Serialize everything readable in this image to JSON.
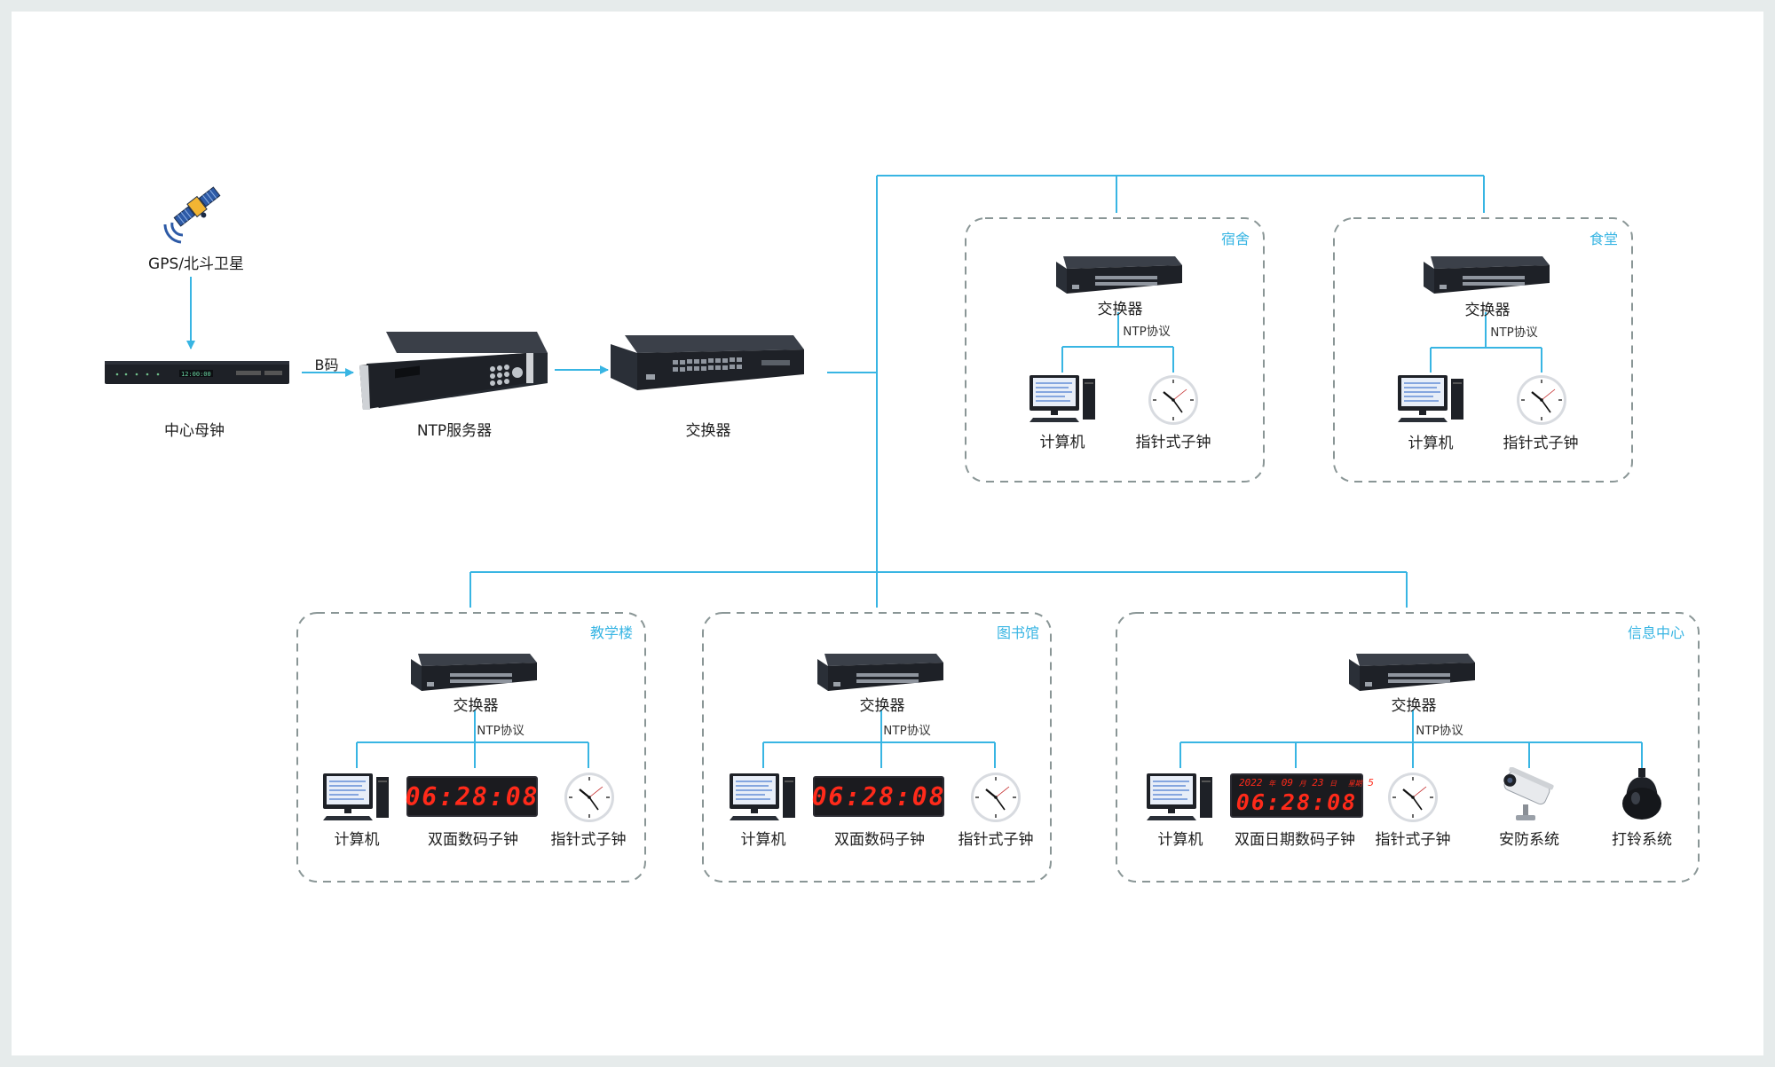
{
  "source": {
    "satellite_label": "GPS/北斗卫星",
    "master_clock_label": "中心母钟",
    "bcode_label": "B码",
    "ntp_server_label": "NTP服务器",
    "switch_label": "交换器"
  },
  "protocol_label": "NTP协议",
  "zones": {
    "dorm": {
      "title": "宿舍",
      "switch_label": "交换器",
      "devices": [
        "计算机",
        "指针式子钟"
      ]
    },
    "canteen": {
      "title": "食堂",
      "switch_label": "交换器",
      "devices": [
        "计算机",
        "指针式子钟"
      ]
    },
    "teaching": {
      "title": "教学楼",
      "switch_label": "交换器",
      "devices": [
        "计算机",
        "双面数码子钟",
        "指针式子钟"
      ]
    },
    "library": {
      "title": "图书馆",
      "switch_label": "交换器",
      "devices": [
        "计算机",
        "双面数码子钟",
        "指针式子钟"
      ]
    },
    "info_center": {
      "title": "信息中心",
      "switch_label": "交换器",
      "devices": [
        "计算机",
        "双面日期数码子钟",
        "指针式子钟",
        "安防系统",
        "打铃系统"
      ]
    }
  },
  "displays": {
    "time": "06:28:08",
    "date_year": "2022",
    "date_month": "09",
    "date_day": "23",
    "weekday": "5"
  },
  "colors": {
    "line": "#38b5e3",
    "dash": "#8a9696",
    "led": "#ff2a1a",
    "device": "#1e2127"
  }
}
